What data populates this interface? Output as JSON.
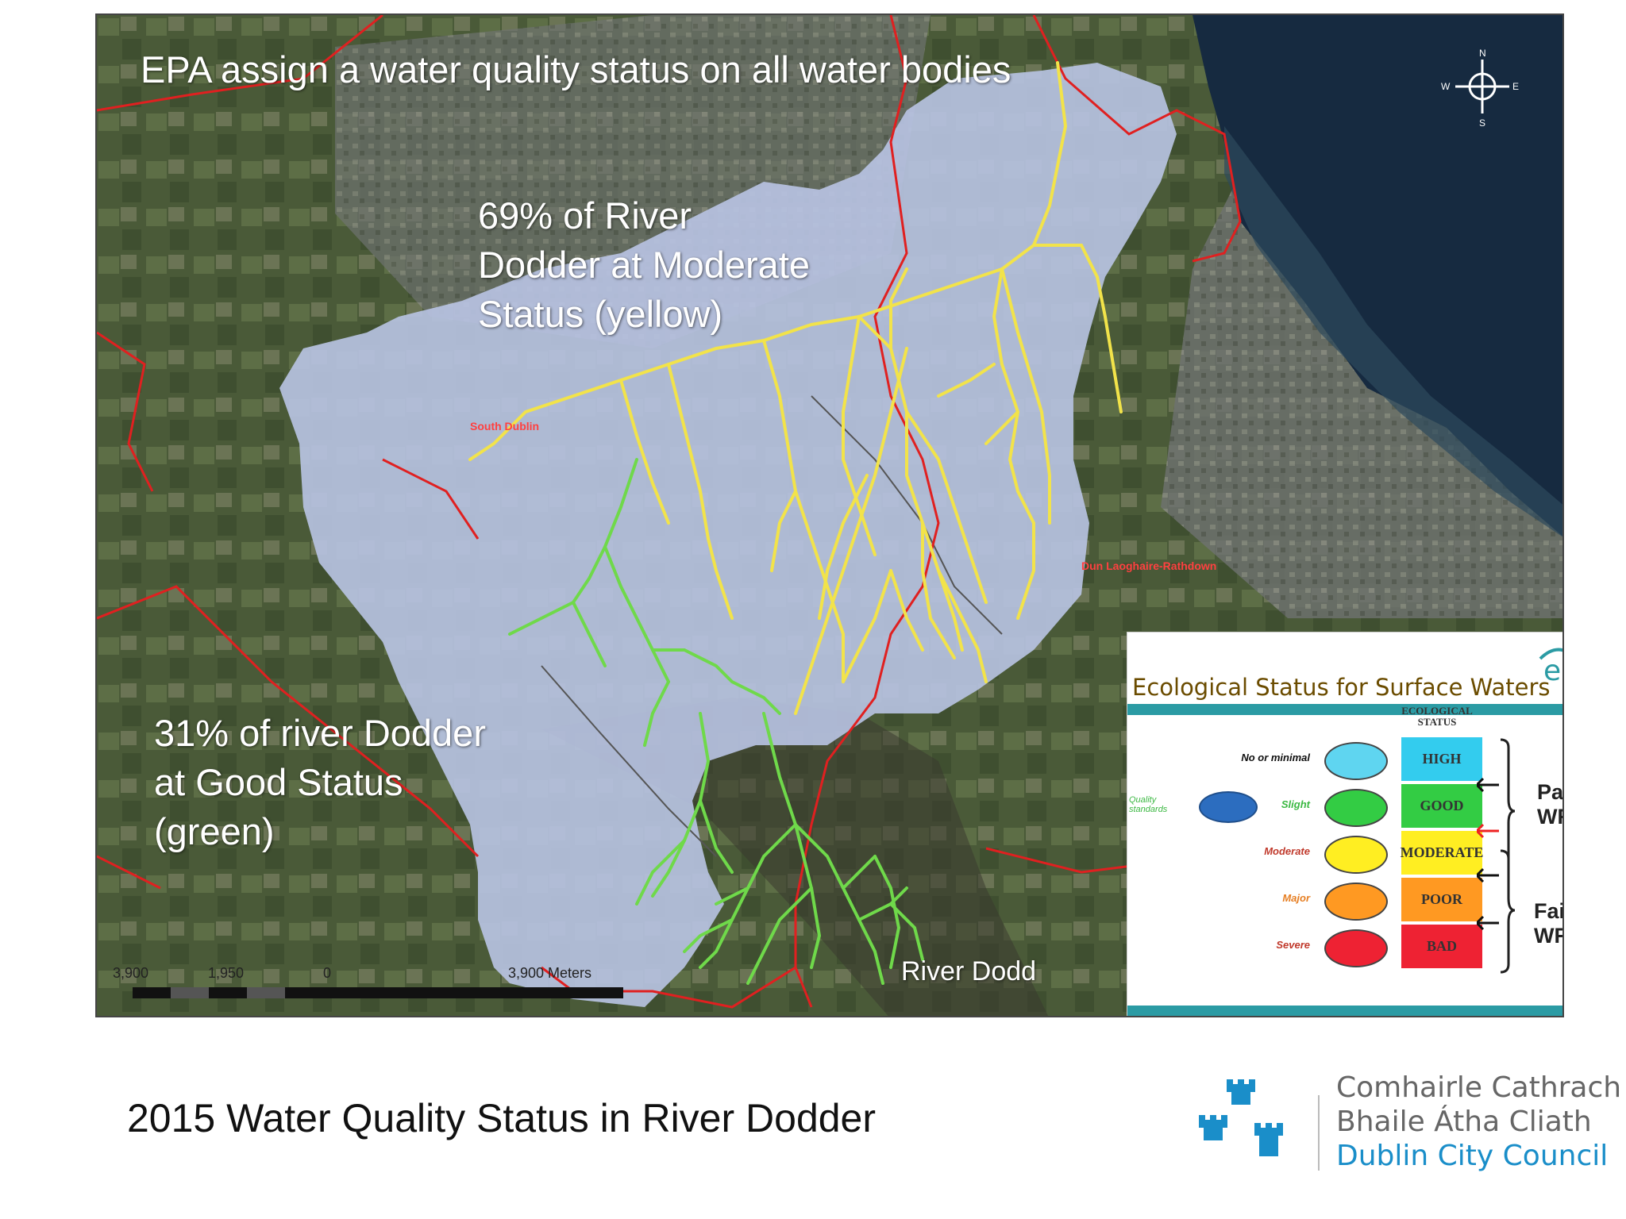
{
  "map": {
    "headline": "EPA assign a water quality status on all water bodies",
    "moderate_note_lines": [
      "69% of River",
      "Dodder at Moderate",
      "Status (yellow)"
    ],
    "good_note_lines": [
      "31% of river Dodder",
      "at Good Status",
      "(green)"
    ],
    "river_label": "River Dodd",
    "area_labels": {
      "south_dublin": "South Dublin",
      "dun_laoghaire": "Dun Laoghaire-Rathdown"
    },
    "scale_labels": [
      "3,900",
      "1,950",
      "0",
      "3,900 Meters"
    ],
    "compass": {
      "n": "N",
      "s": "S",
      "e": "E",
      "w": "W"
    },
    "colors": {
      "moderate": "#f2e34a",
      "good": "#6fd94a",
      "boundary": "#e02020",
      "catchment": "#b9c4e4"
    }
  },
  "inset": {
    "logo": "epa",
    "title": "Ecological Status for Surface Waters",
    "column_header": "ECOLOGICAL STATUS",
    "rows": [
      {
        "impact": "No or minimal",
        "status": "HIGH",
        "color": "#33ccee"
      },
      {
        "impact": "Slight",
        "status": "GOOD",
        "color": "#33cc44"
      },
      {
        "impact": "Moderate",
        "status": "MODERATE",
        "color": "#ffee22"
      },
      {
        "impact": "Major",
        "status": "POOR",
        "color": "#ff9922"
      },
      {
        "impact": "Severe",
        "status": "BAD",
        "color": "#ee2233"
      }
    ],
    "quality_standards": "Quality standards",
    "pass_lines": [
      "Pass",
      "WFD"
    ],
    "fail_lines": [
      "Fail",
      "WFD"
    ]
  },
  "footer": {
    "title": "2015 Water Quality Status in River Dodder",
    "council_lines": [
      "Comhairle Cathrach",
      "Bhaile Átha Cliath",
      "Dublin City Council"
    ],
    "council_colors": [
      "#666666",
      "#666666",
      "#1a8ec9"
    ]
  }
}
